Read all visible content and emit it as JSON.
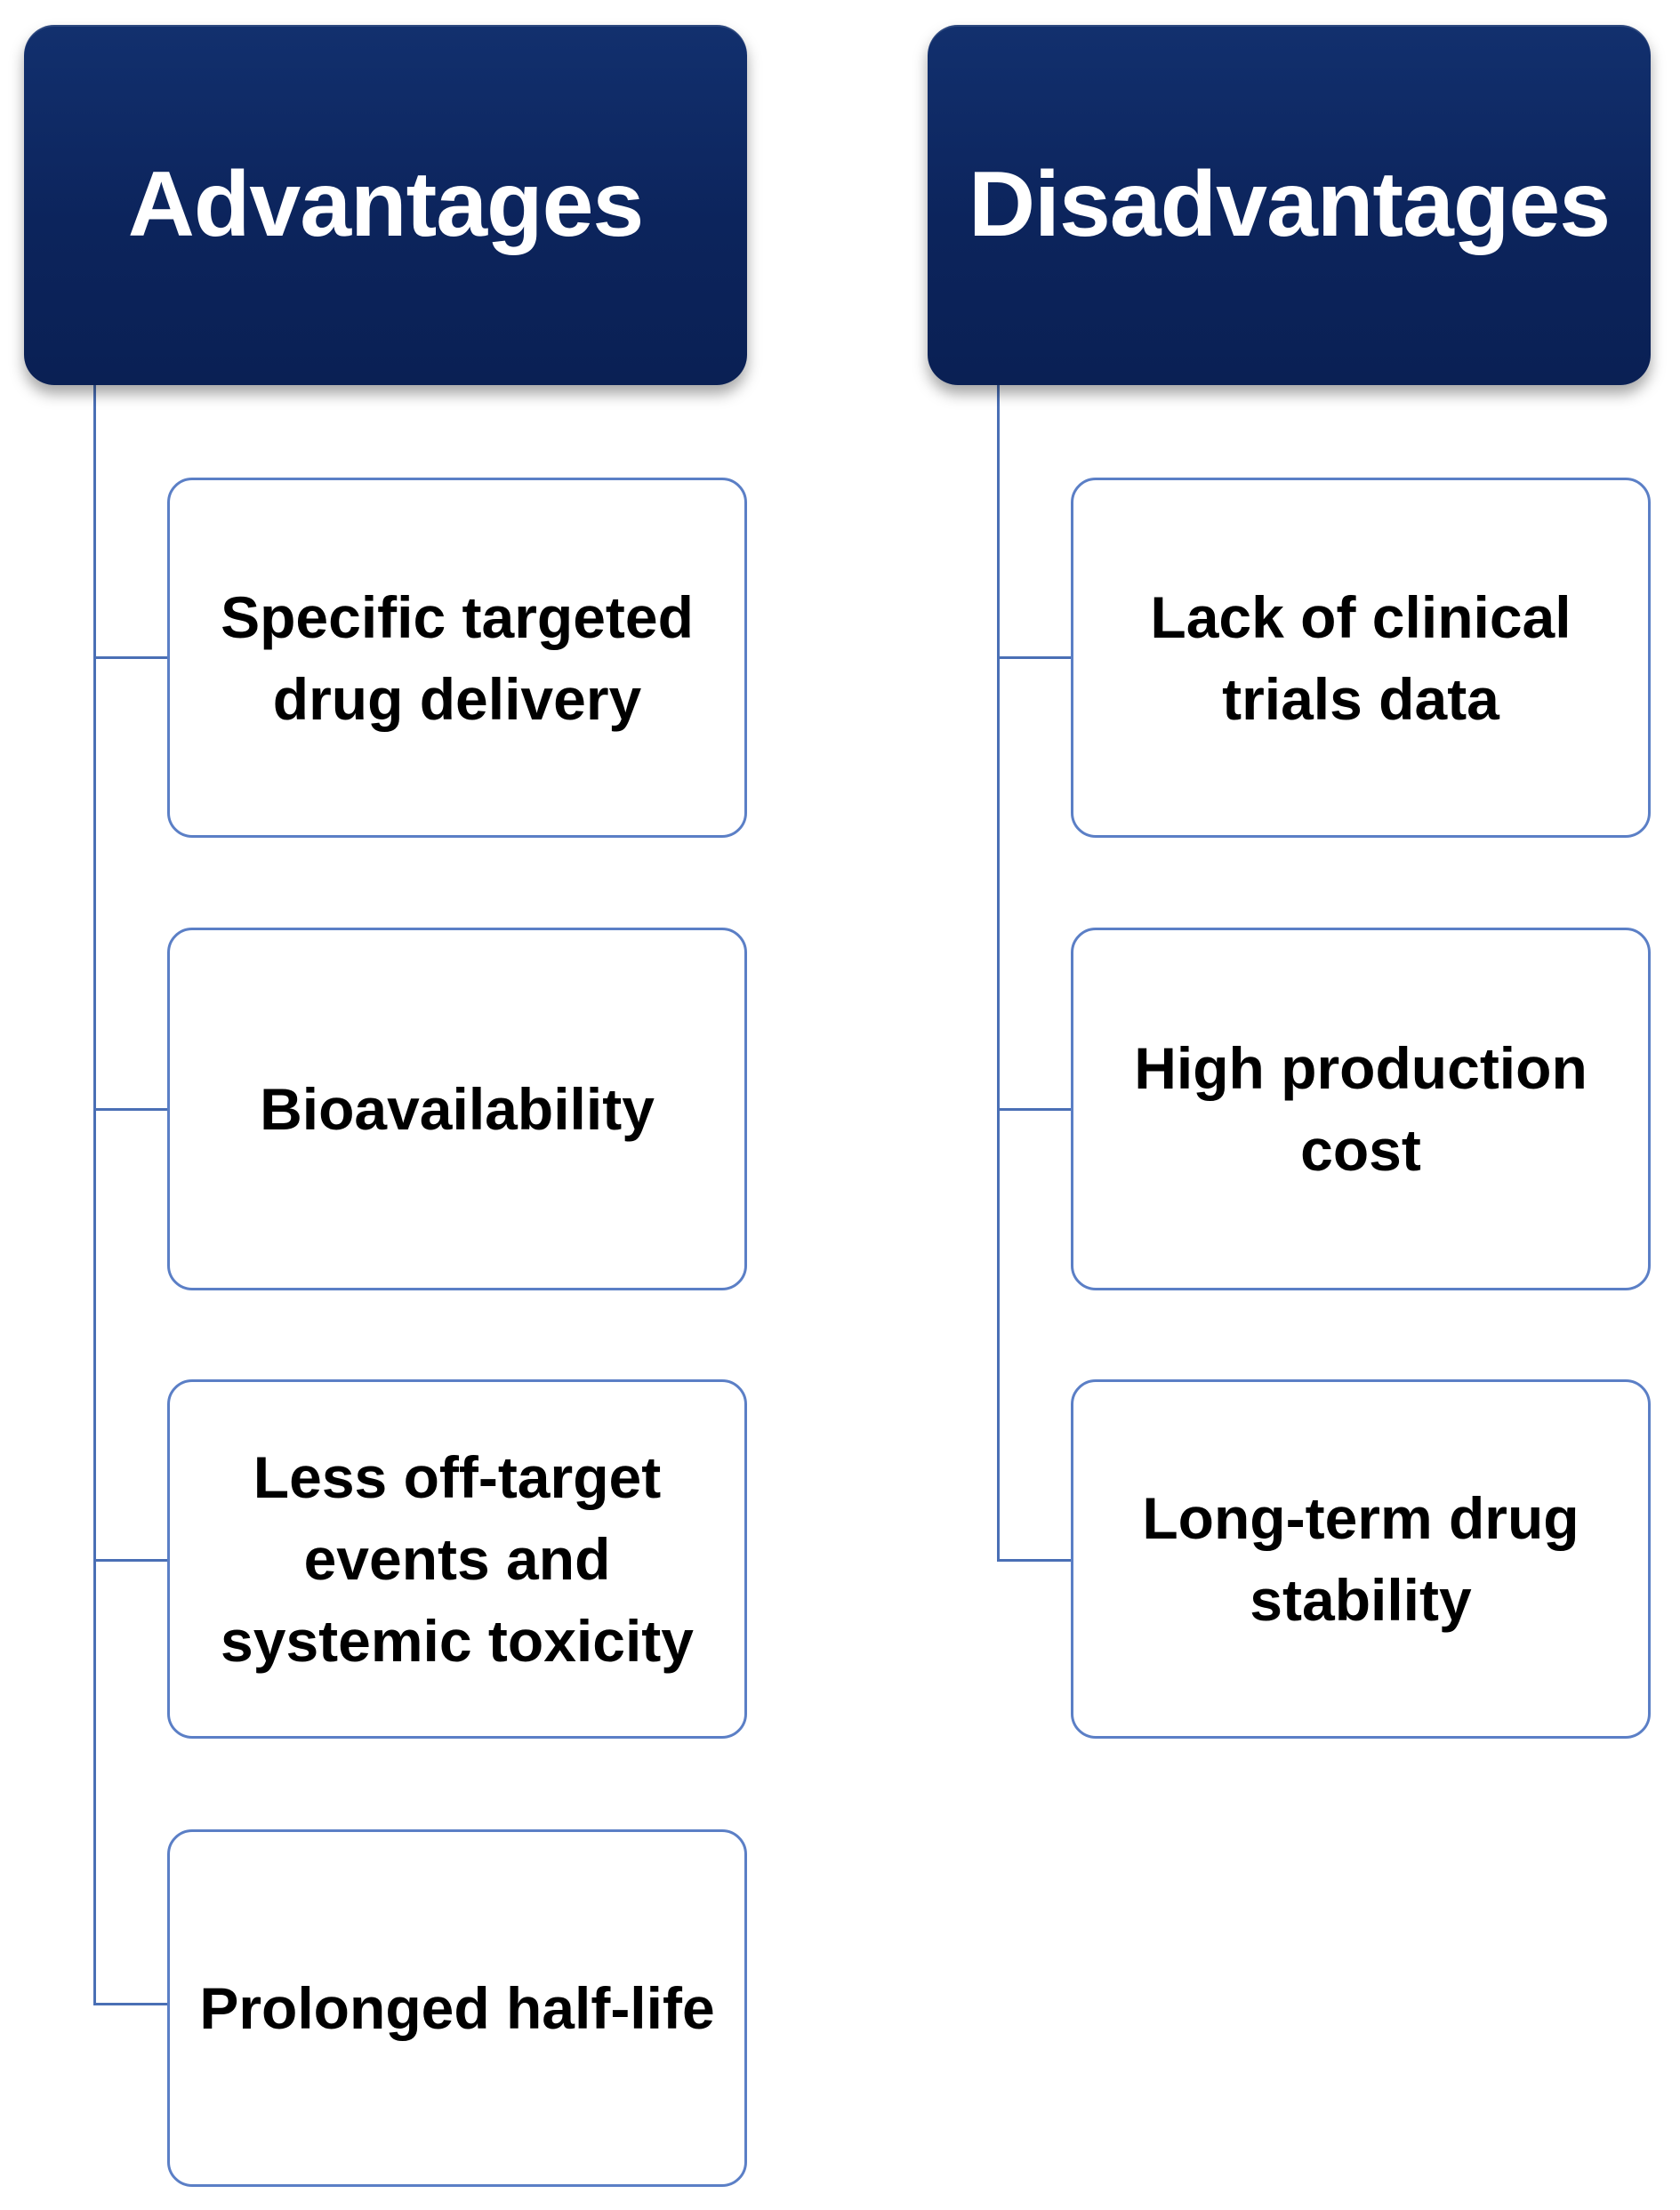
{
  "advantages": {
    "title": "Advantages",
    "items": [
      "Specific targeted drug delivery",
      "Bioavailability",
      "Less off-target events and systemic toxicity",
      "Prolonged half-life"
    ]
  },
  "disadvantages": {
    "title": "Disadvantages",
    "items": [
      "Lack of clinical trials data",
      "High production cost",
      "Long-term drug stability"
    ]
  },
  "colors": {
    "header_fill": "#0c245c",
    "header_text": "#ffffff",
    "item_border": "#5b7fc6",
    "connector": "#4a6fb5"
  }
}
